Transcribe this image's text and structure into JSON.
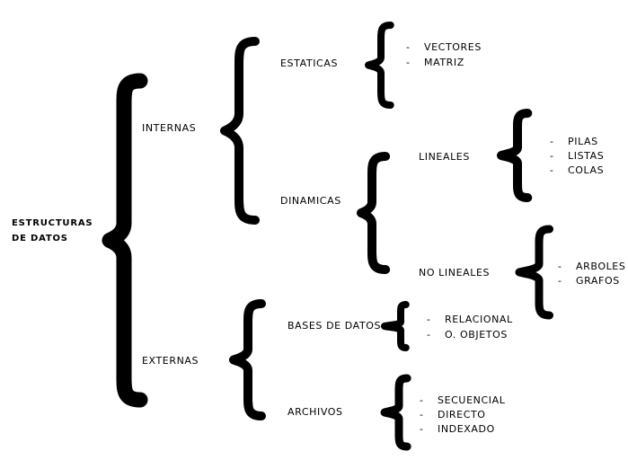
{
  "root": {
    "line1": "ESTRUCTURAS",
    "line2": "DE DATOS"
  },
  "level1": {
    "internas": "INTERNAS",
    "externas": "EXTERNAS"
  },
  "internas": {
    "estaticas": "ESTATICAS",
    "dinamicas": "DINAMICAS"
  },
  "externas": {
    "bases": "BASES DE DATOS",
    "archivos": "ARCHIVOS"
  },
  "dinamicas": {
    "lineales": "LINEALES",
    "no_lineales": "NO LINEALES"
  },
  "lists": {
    "estaticas": [
      "VECTORES",
      "MATRIZ"
    ],
    "lineales": [
      "PILAS",
      "LISTAS",
      "COLAS"
    ],
    "no_lineales": [
      "ARBOLES",
      "GRAFOS"
    ],
    "bases": [
      "RELACIONAL",
      "O. OBJETOS"
    ],
    "archivos": [
      "SECUENCIAL",
      "DIRECTO",
      "INDEXADO"
    ]
  },
  "bullet": "-",
  "colors": {
    "ink": "#000000",
    "background": "#ffffff"
  }
}
